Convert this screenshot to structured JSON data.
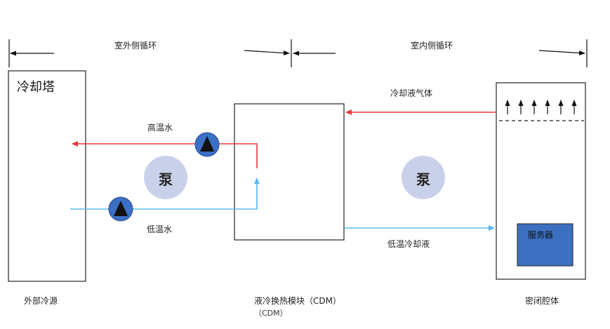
{
  "headers": {
    "outdoor_loop": "室外侧循环",
    "indoor_loop": "室内侧循环"
  },
  "cooling_tower": {
    "title": "冷却塔",
    "caption": "外部冷源"
  },
  "cdm": {
    "caption": "液冷换热模块（CDM）",
    "caption_extra": "（CDM）"
  },
  "chamber": {
    "caption": "密闭腔体",
    "server_label": "服务器"
  },
  "flows": {
    "hot_water": "高温水",
    "cold_water": "低温水",
    "coolant_gas": "冷却液气体",
    "cold_coolant": "低温冷却液"
  },
  "pumps": {
    "left_label": "泵",
    "right_label": "泵"
  },
  "colors": {
    "hot_line": "#e8393a",
    "cold_line": "#5bb8e8",
    "pump_circle": "#c9d1ea",
    "pump_icon_bg": "#3a6fc4",
    "server_fill": "#3d6fc0"
  }
}
